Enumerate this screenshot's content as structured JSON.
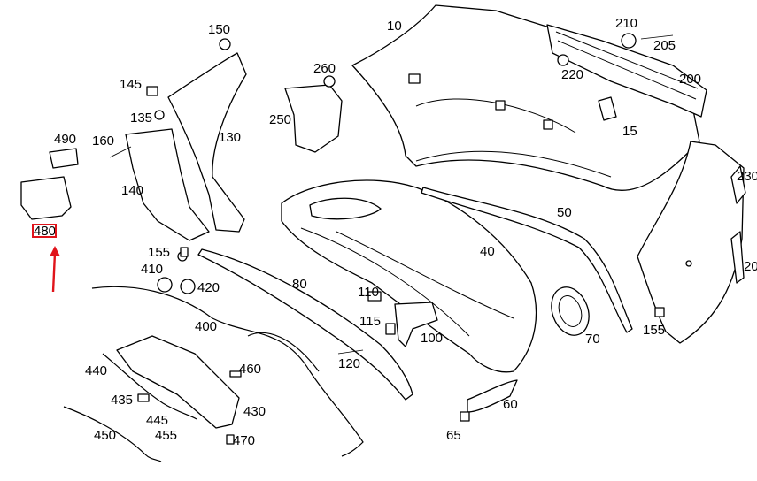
{
  "labels": [
    {
      "id": "10",
      "text": "10"
    },
    {
      "id": "15",
      "text": "15"
    },
    {
      "id": "20",
      "text": "20"
    },
    {
      "id": "230",
      "text": "230"
    },
    {
      "id": "40",
      "text": "40"
    },
    {
      "id": "50",
      "text": "50"
    },
    {
      "id": "60",
      "text": "60"
    },
    {
      "id": "65",
      "text": "65"
    },
    {
      "id": "70",
      "text": "70"
    },
    {
      "id": "80",
      "text": "80"
    },
    {
      "id": "100",
      "text": "100"
    },
    {
      "id": "110",
      "text": "110"
    },
    {
      "id": "115",
      "text": "115"
    },
    {
      "id": "120",
      "text": "120"
    },
    {
      "id": "130",
      "text": "130"
    },
    {
      "id": "135",
      "text": "135"
    },
    {
      "id": "140",
      "text": "140"
    },
    {
      "id": "145",
      "text": "145"
    },
    {
      "id": "150",
      "text": "150"
    },
    {
      "id": "155a",
      "text": "155"
    },
    {
      "id": "155b",
      "text": "155"
    },
    {
      "id": "160",
      "text": "160"
    },
    {
      "id": "200",
      "text": "200"
    },
    {
      "id": "205",
      "text": "205"
    },
    {
      "id": "210",
      "text": "210"
    },
    {
      "id": "220",
      "text": "220"
    },
    {
      "id": "250",
      "text": "250"
    },
    {
      "id": "260",
      "text": "260"
    },
    {
      "id": "400",
      "text": "400"
    },
    {
      "id": "410",
      "text": "410"
    },
    {
      "id": "420",
      "text": "420"
    },
    {
      "id": "430",
      "text": "430"
    },
    {
      "id": "435",
      "text": "435"
    },
    {
      "id": "440",
      "text": "440"
    },
    {
      "id": "445",
      "text": "445"
    },
    {
      "id": "450",
      "text": "450"
    },
    {
      "id": "455",
      "text": "455"
    },
    {
      "id": "460",
      "text": "460"
    },
    {
      "id": "470",
      "text": "470"
    },
    {
      "id": "480",
      "text": "480"
    },
    {
      "id": "490",
      "text": "490"
    }
  ],
  "highlight": {
    "part": "480",
    "color": "#e0141b"
  }
}
